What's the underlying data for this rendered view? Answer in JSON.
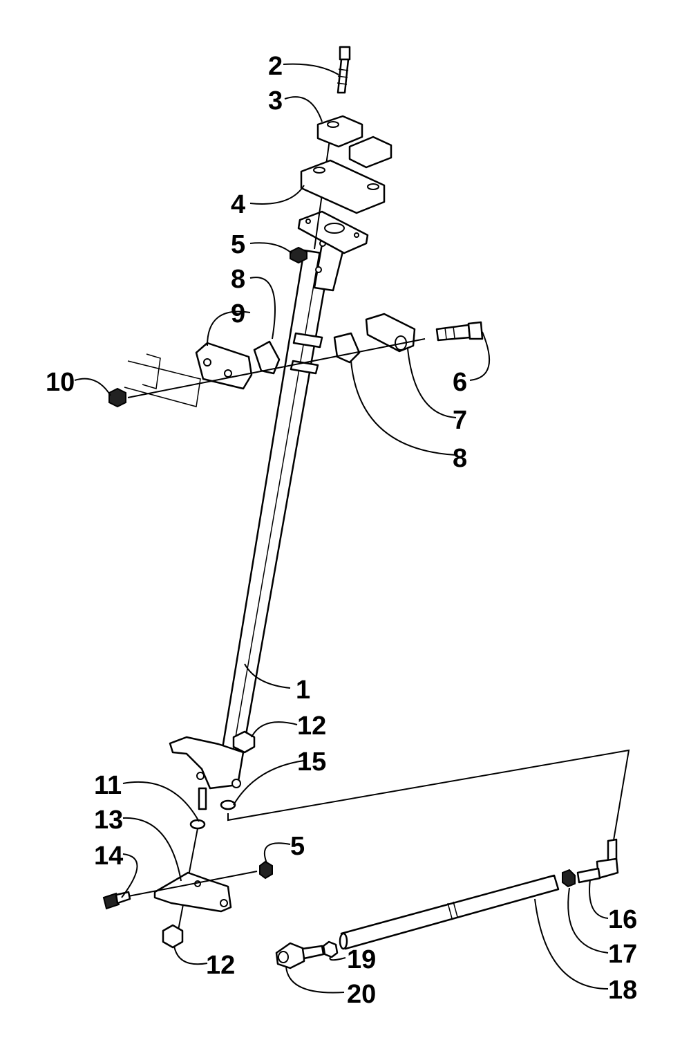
{
  "callouts": [
    {
      "id": "c2",
      "text": "2"
    },
    {
      "id": "c3",
      "text": "3"
    },
    {
      "id": "c4",
      "text": "4"
    },
    {
      "id": "c5a",
      "text": "5"
    },
    {
      "id": "c8a",
      "text": "8"
    },
    {
      "id": "c9",
      "text": "9"
    },
    {
      "id": "c10",
      "text": "10"
    },
    {
      "id": "c6",
      "text": "6"
    },
    {
      "id": "c7",
      "text": "7"
    },
    {
      "id": "c8b",
      "text": "8"
    },
    {
      "id": "c1",
      "text": "1"
    },
    {
      "id": "c12a",
      "text": "12"
    },
    {
      "id": "c15",
      "text": "15"
    },
    {
      "id": "c11",
      "text": "11"
    },
    {
      "id": "c13",
      "text": "13"
    },
    {
      "id": "c14",
      "text": "14"
    },
    {
      "id": "c5b",
      "text": "5"
    },
    {
      "id": "c12b",
      "text": "12"
    },
    {
      "id": "c16",
      "text": "16"
    },
    {
      "id": "c17",
      "text": "17"
    },
    {
      "id": "c19",
      "text": "19"
    },
    {
      "id": "c18",
      "text": "18"
    },
    {
      "id": "c20",
      "text": "20"
    }
  ]
}
